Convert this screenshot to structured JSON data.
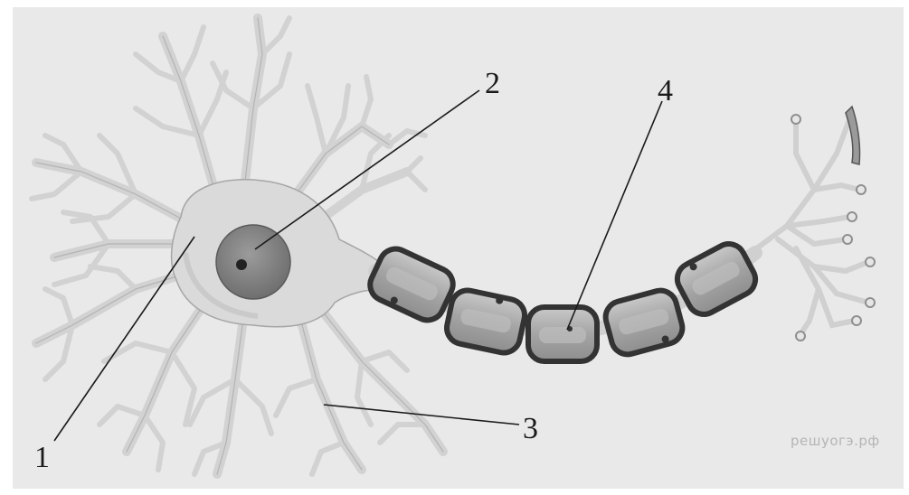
{
  "figure": {
    "labels": [
      {
        "id": "1",
        "text": "1"
      },
      {
        "id": "2",
        "text": "2"
      },
      {
        "id": "3",
        "text": "3"
      },
      {
        "id": "4",
        "text": "4"
      }
    ],
    "watermark": "решуогэ.рф"
  },
  "colors": {
    "panel": "#e9e9e9",
    "cell_fill": "#d8d8d8",
    "cell_shade": "#c4c4c4",
    "nucleus": "#8a8a8a",
    "myelin_border": "#3a3a3a",
    "myelin_fill": "#a8a8a8"
  }
}
